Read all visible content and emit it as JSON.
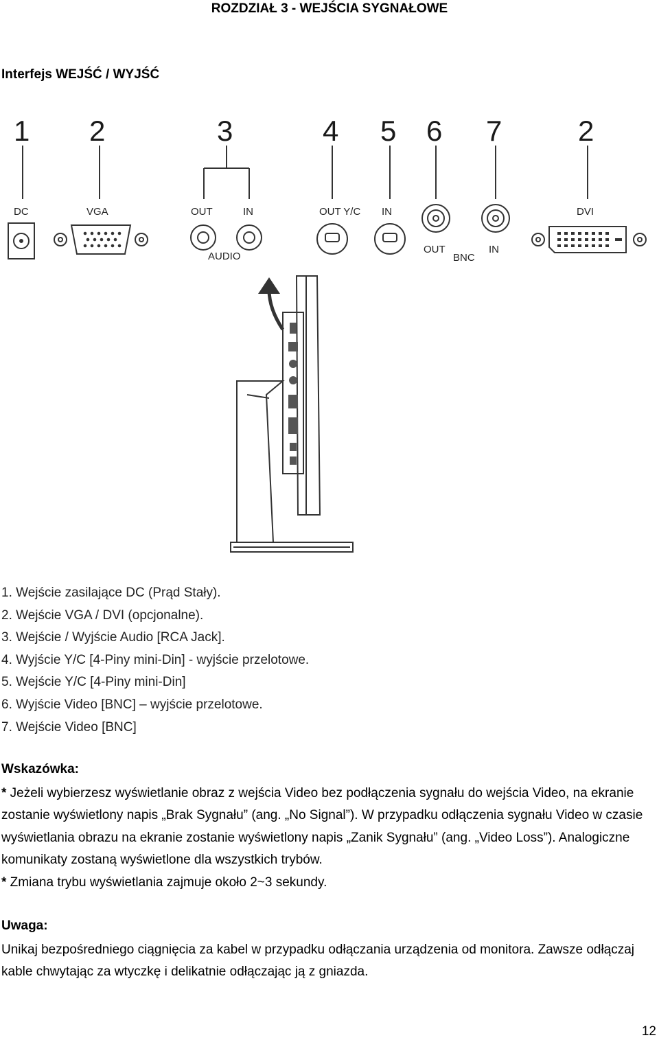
{
  "header": {
    "chapter_title": "ROZDZIAŁ 3 - WEJŚCIA SYGNAŁOWE",
    "section_title": "Interfejs WEJŚĆ / WYJŚĆ"
  },
  "diagram": {
    "numbers": [
      "1",
      "2",
      "3",
      "4",
      "5",
      "6",
      "7",
      "2"
    ],
    "port_labels": {
      "dc": "DC",
      "vga": "VGA",
      "audio_out": "OUT",
      "audio_in": "IN",
      "audio": "AUDIO",
      "yc_out": "OUT Y/C",
      "yc_in": "IN",
      "bnc_out": "OUT",
      "bnc_in": "IN",
      "bnc": "BNC",
      "dvi": "DVI"
    }
  },
  "port_list": [
    "1.  Wejście zasilające DC (Prąd Stały).",
    "2.  Wejście VGA / DVI (opcjonalne).",
    "3.  Wejście / Wyjście Audio [RCA Jack].",
    "4.  Wyjście Y/C [4-Piny mini-Din] - wyjście przelotowe.",
    "5.  Wejście Y/C [4-Piny mini-Din]",
    "6.  Wyjście Video [BNC] – wyjście przelotowe.",
    "7.  Wejście Video [BNC]"
  ],
  "hint": {
    "heading": "Wskazówka:",
    "line1_star": "*",
    "line1": " Jeżeli wybierzesz wyświetlanie obraz z wejścia Video bez podłączenia sygnału do wejścia Video, na ekranie zostanie wyświetlony napis „Brak Sygnału” (ang. „No Signal”). W przypadku odłączenia sygnału Video w czasie wyświetlania obrazu na ekranie zostanie wyświetlony napis „Zanik Sygnału” (ang. „Video Loss”). Analogiczne komunikaty zostaną wyświetlone dla wszystkich trybów.",
    "line2_star": "*",
    "line2": " Zmiana trybu wyświetlania zajmuje około 2~3 sekundy."
  },
  "warning": {
    "heading": "Uwaga:",
    "text": "Unikaj bezpośredniego ciągnięcia za kabel w przypadku odłączania urządzenia od monitora. Zawsze odłączaj kable chwytając za wtyczkę i delikatnie odłączając ją z gniazda."
  },
  "footer": {
    "page_number": "12"
  }
}
